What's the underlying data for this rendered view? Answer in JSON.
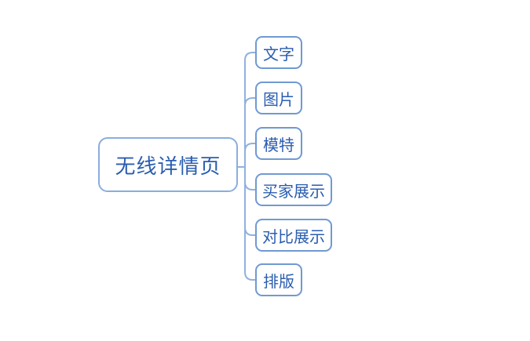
{
  "colors": {
    "connector": "#8fb2de",
    "root_border": "#8aaede",
    "node_border": "#6f9ad2",
    "text": "#2a5db0",
    "node_fill": "#ffffff",
    "canvas_bg": "#ffffff"
  },
  "mindmap": {
    "root": {
      "label": "无线详情页"
    },
    "children": [
      {
        "label": "文字"
      },
      {
        "label": "图片"
      },
      {
        "label": "模特"
      },
      {
        "label": "买家展示"
      },
      {
        "label": "对比展示"
      },
      {
        "label": "排版"
      }
    ]
  }
}
